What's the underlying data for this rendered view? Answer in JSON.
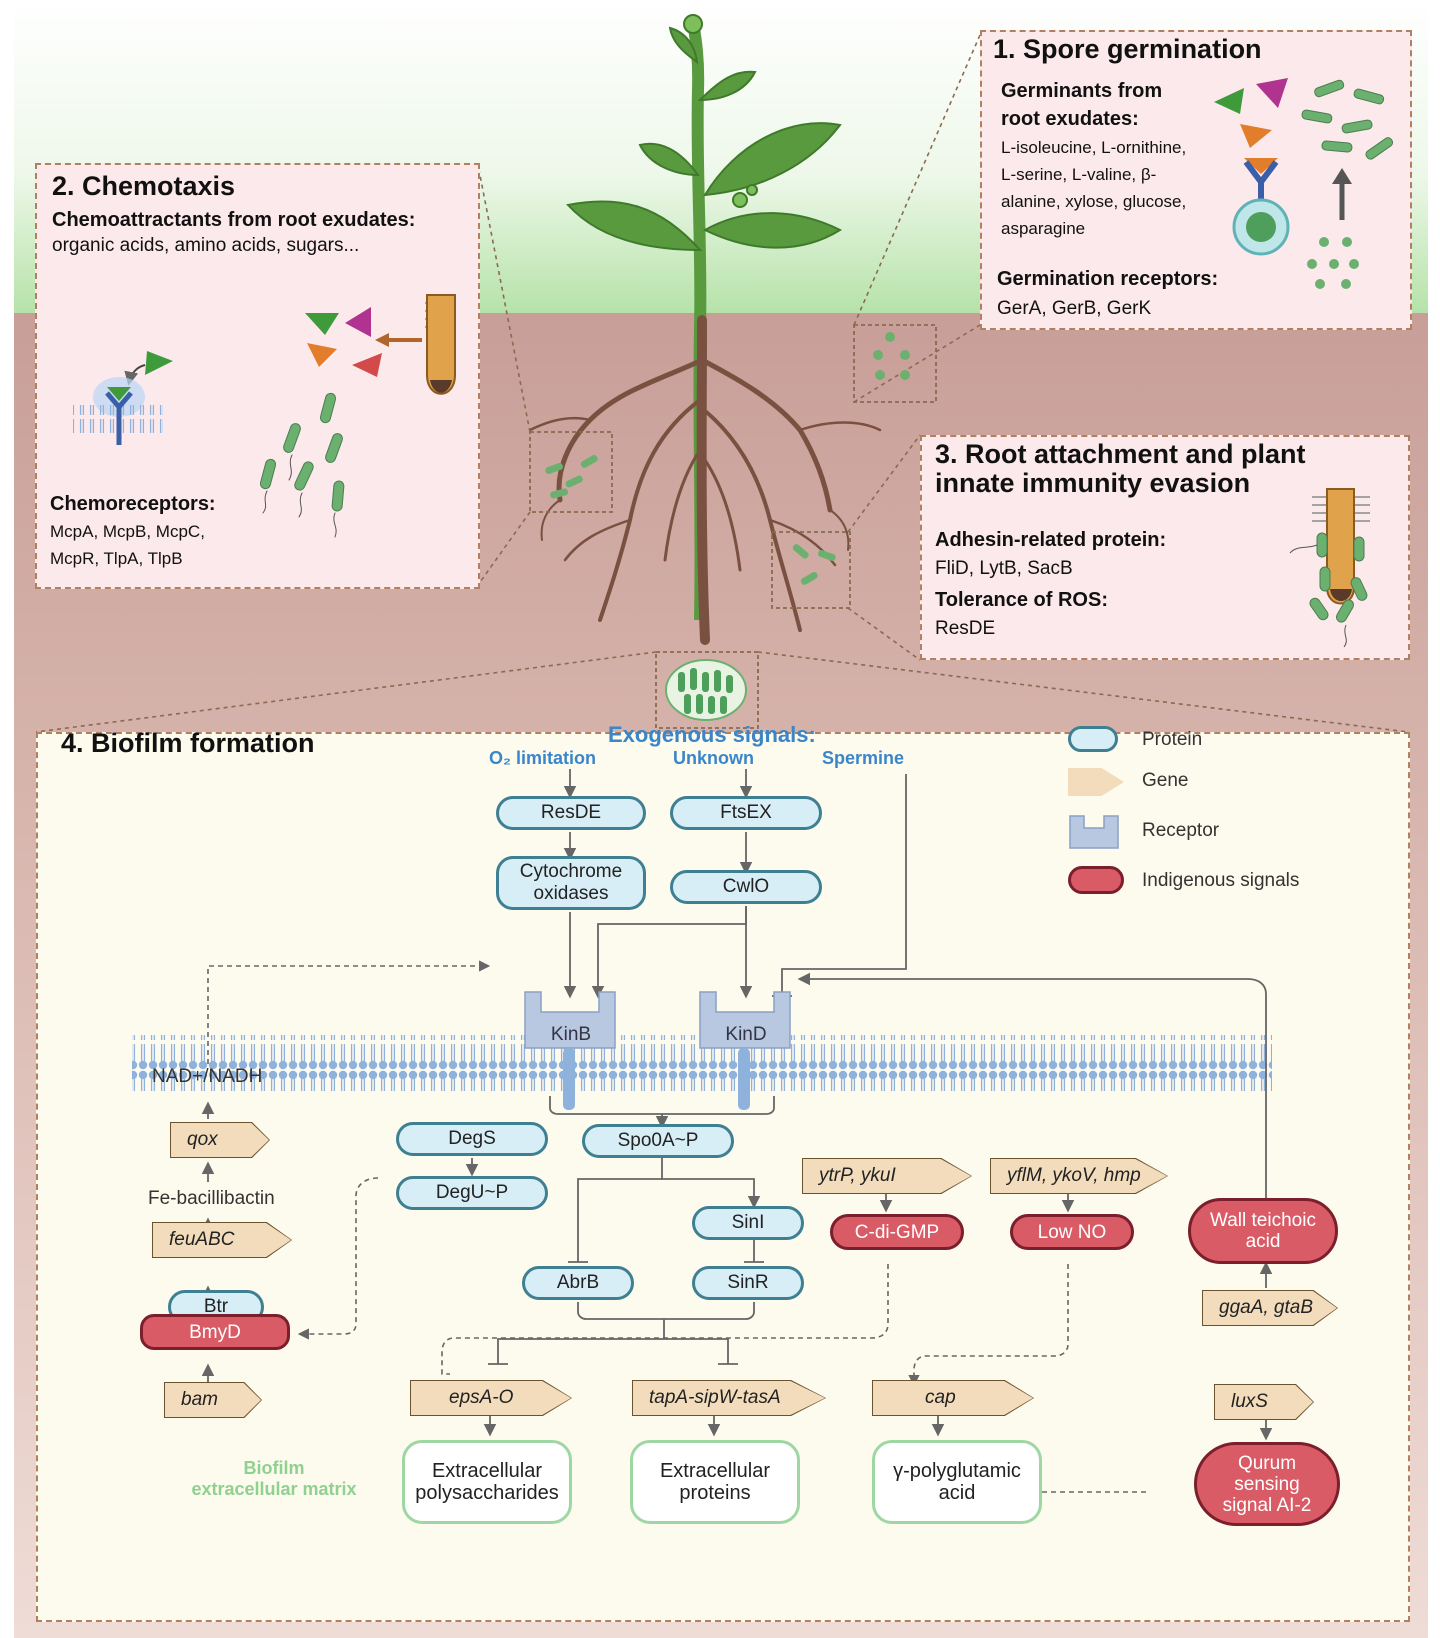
{
  "panel1": {
    "title": "1. Spore germination",
    "germinants_heading_1": "Germinants from",
    "germinants_heading_2": "root exudates:",
    "germinants_lines": [
      "L-isoleucine, L-ornithine,",
      "L-serine, L-valine, β-",
      "alanine, xylose, glucose,",
      "asparagine"
    ],
    "receptors_heading": "Germination receptors:",
    "receptors": "GerA, GerB, GerK"
  },
  "panel2": {
    "title": "2. Chemotaxis",
    "chemoattractants_heading": "Chemoattractants from root exudates:",
    "chemoattractants": "organic acids, amino acids, sugars...",
    "chemoreceptors_heading": "Chemoreceptors:",
    "chemoreceptors_lines": [
      "McpA, McpB, McpC,",
      "McpR, TlpA, TlpB"
    ]
  },
  "panel3": {
    "title_1": "3.  Root attachment and plant",
    "title_2": "innate immunity evasion",
    "adhesin_heading": "Adhesin-related protein:",
    "adhesin": "FliD, LytB, SacB",
    "ros_heading": "Tolerance of ROS:",
    "ros": "ResDE"
  },
  "panel4": {
    "title": "4. Biofilm formation",
    "exogenous_heading": "Exogenous signals:",
    "signals": {
      "o2": "O₂ limitation",
      "unknown": "Unknown",
      "spermine": "Spermine"
    },
    "legend": {
      "protein": "Protein",
      "gene": "Gene",
      "receptor": "Receptor",
      "indigenous": "Indigenous signals"
    },
    "proteins": {
      "resde": "ResDE",
      "cyto_1": "Cytochrome",
      "cyto_2": "oxidases",
      "ftsex": "FtsEX",
      "cwlo": "CwlO",
      "degs": "DegS",
      "degu": "DegU~P",
      "spo0a": "Spo0A~P",
      "sini": "SinI",
      "sinr": "SinR",
      "abrb": "AbrB",
      "btr": "Btr"
    },
    "receptors": {
      "kinb": "KinB",
      "kind": "KinD"
    },
    "genes": {
      "qox": "qox",
      "feuabc": "feuABC",
      "bam": "bam",
      "ytrp": "ytrP, ykuI",
      "yflm": "yflM, ykoV, hmp",
      "ggaa": "ggaA, gtaB",
      "epsa": "epsA-O",
      "tapa": "tapA-sipW-tasA",
      "cap": "cap",
      "luxs": "luxS"
    },
    "indigenous": {
      "bmyd": "BmyD",
      "cdigmp": "C-di-GMP",
      "lowno": "Low NO",
      "wta_1": "Wall teichoic",
      "wta_2": "acid",
      "qs_1": "Qurum",
      "qs_2": "sensing",
      "qs_3": "signal AI-2"
    },
    "metabolites": {
      "nad": "NAD+/NADH",
      "fe": "Fe-bacillibactin"
    },
    "matrix_heading_1": "Biofilm",
    "matrix_heading_2": "extracellular matrix",
    "matrix": {
      "eps_1": "Extracellular",
      "eps_2": "polysaccharides",
      "prot_1": "Extracellular",
      "prot_2": "proteins",
      "pga_1": "γ-polyglutamic",
      "pga_2": "acid"
    }
  },
  "colors": {
    "protein_fill": "#d8eef7",
    "protein_border": "#3e7f92",
    "gene_fill": "#f2dcbc",
    "signal_fill": "#d95b66",
    "matrix_border": "#9fd7a4",
    "soil": "#d9b1aa",
    "panel_fill": "#fce9ec",
    "exogenous_blue": "#3a86c8",
    "matrix_green": "#8fd18f"
  }
}
